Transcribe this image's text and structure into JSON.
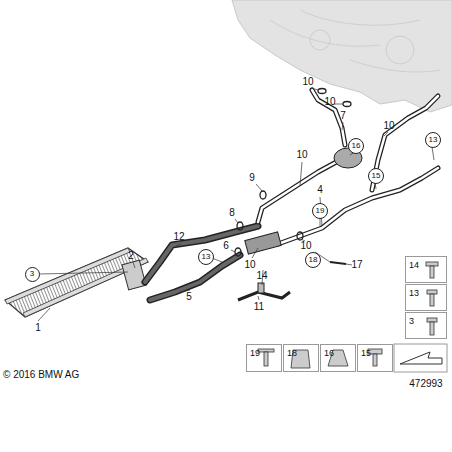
{
  "diagram": {
    "nodes": [
      {
        "text": [
          "13"
        ]
      },
      {
        "text": [
          "16"
        ]
      },
      {
        "text": [
          "15"
        ]
      },
      {
        "text": [
          "19"
        ]
      },
      {
        "text": [
          "13"
        ]
      },
      {
        "text": [
          "18"
        ]
      },
      {
        "text": [
          "3"
        ]
      },
      {
        "text": [
          "14"
        ]
      },
      {
        "text": [
          "13"
        ]
      },
      {
        "text": [
          "3"
        ]
      },
      {
        "text": [
          "19"
        ]
      },
      {
        "text": [
          "18"
        ]
      },
      {
        "text": [
          "16"
        ]
      },
      {
        "text": [
          "15"
        ]
      }
    ],
    "labels": [
      "10",
      "10",
      "9",
      "8",
      "6",
      "10",
      "7",
      "10",
      "10",
      "4",
      "10",
      "12",
      "2",
      "17",
      "14",
      "5",
      "11",
      "1",
      "© 2016 BMW AG",
      "472993"
    ]
  }
}
